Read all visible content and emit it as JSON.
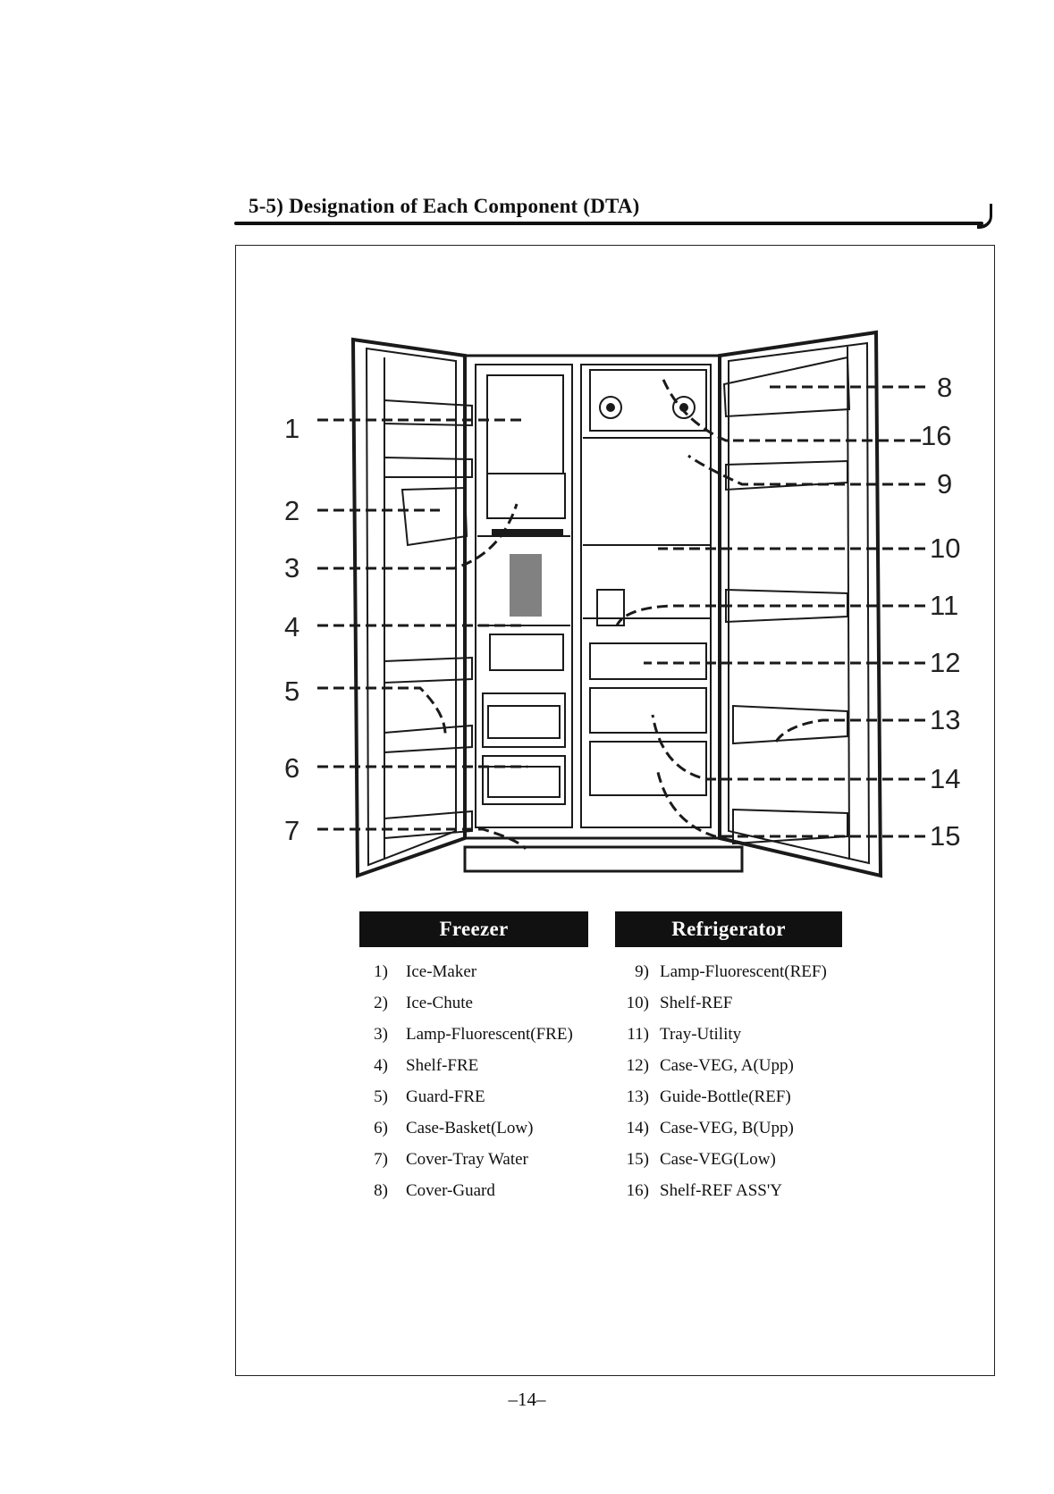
{
  "header": {
    "title": "5-5) Designation of Each Component (DTA)"
  },
  "diagram": {
    "callouts": [
      "1",
      "2",
      "3",
      "4",
      "5",
      "6",
      "7",
      "8",
      "16",
      "9",
      "10",
      "11",
      "12",
      "13",
      "14",
      "15"
    ]
  },
  "freezer": {
    "heading": "Freezer",
    "items": [
      {
        "num": "1)",
        "label": "Ice-Maker"
      },
      {
        "num": "2)",
        "label": "Ice-Chute"
      },
      {
        "num": "3)",
        "label": "Lamp-Fluorescent(FRE)"
      },
      {
        "num": "4)",
        "label": "Shelf-FRE"
      },
      {
        "num": "5)",
        "label": "Guard-FRE"
      },
      {
        "num": "6)",
        "label": "Case-Basket(Low)"
      },
      {
        "num": "7)",
        "label": "Cover-Tray Water"
      },
      {
        "num": "8)",
        "label": "Cover-Guard"
      }
    ]
  },
  "refrigerator": {
    "heading": "Refrigerator",
    "items": [
      {
        "num": "9)",
        "label": "Lamp-Fluorescent(REF)"
      },
      {
        "num": "10)",
        "label": "Shelf-REF"
      },
      {
        "num": "11)",
        "label": "Tray-Utility"
      },
      {
        "num": "12)",
        "label": "Case-VEG, A(Upp)"
      },
      {
        "num": "13)",
        "label": "Guide-Bottle(REF)"
      },
      {
        "num": "14)",
        "label": "Case-VEG, B(Upp)"
      },
      {
        "num": "15)",
        "label": "Case-VEG(Low)"
      },
      {
        "num": "16)",
        "label": "Shelf-REF ASS'Y"
      }
    ]
  },
  "footer": {
    "page": "–14–"
  }
}
